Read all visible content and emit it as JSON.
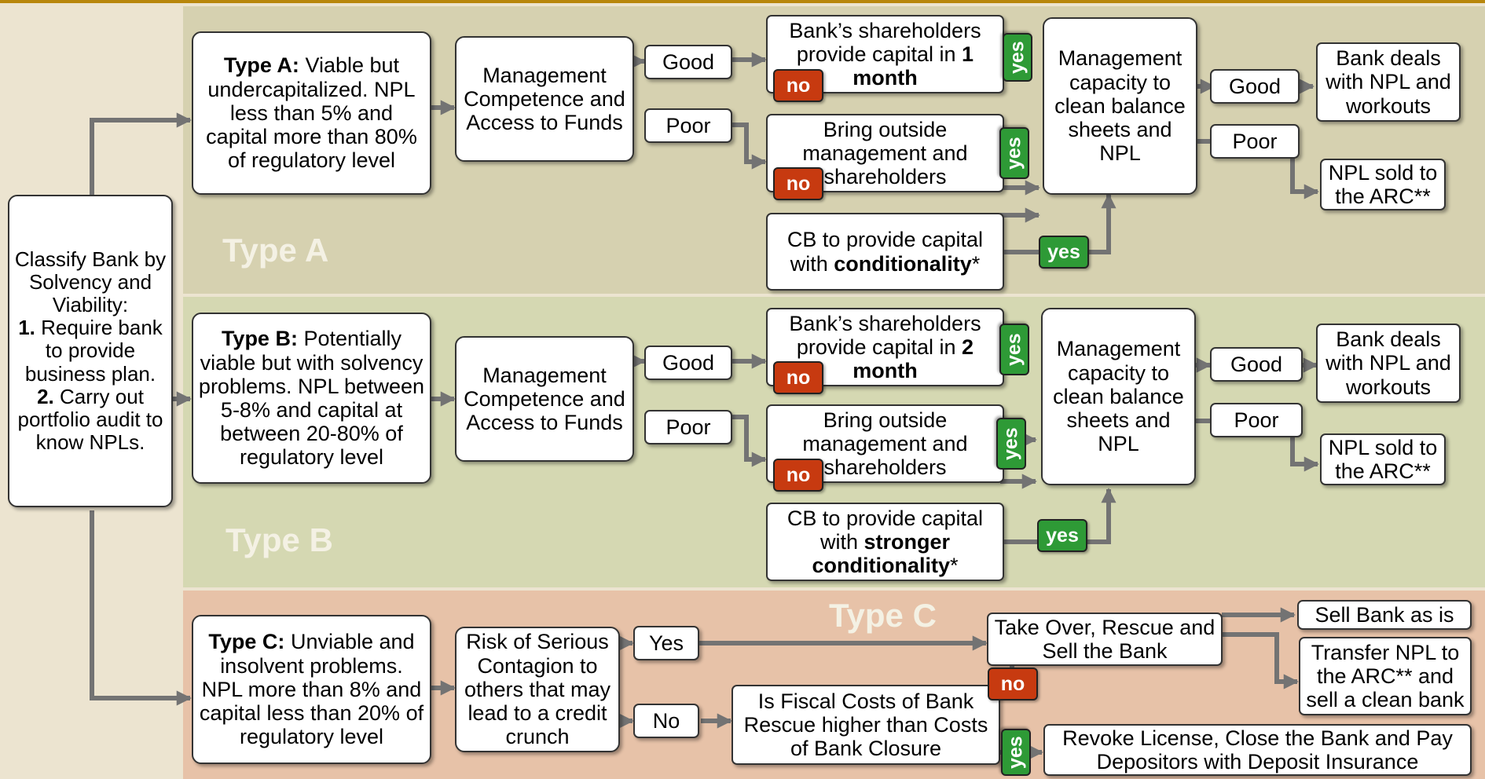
{
  "classify": {
    "line1": "Classify Bank by Solvency and Viability:",
    "item1_num": "1.",
    "item1_text": "Require bank to provide business plan.",
    "item2_num": "2.",
    "item2_text": "Carry out portfolio audit to know NPLs."
  },
  "type_a": {
    "band_title": "Type A",
    "def_bold": "Type A:",
    "def_text": "Viable but undercapitalized. NPL less than 5% and capital more than 80% of regulatory level",
    "mgmt": "Management Competence and Access to Funds",
    "good": "Good",
    "poor": "Poor",
    "shareholders_text": "Bank’s shareholders provide capital in",
    "shareholders_bold": "1 month",
    "outside": "Bring outside management and shareholders",
    "cb_text": "CB to provide capital with",
    "cb_bold": "conditionality",
    "cb_star": "*",
    "capacity": "Management capacity to clean balance sheets and NPL",
    "good2": "Good",
    "poor2": "Poor",
    "deals": "Bank deals with NPL and workouts",
    "sold": "NPL sold to the ARC**",
    "yes": "yes",
    "no": "no"
  },
  "type_b": {
    "band_title": "Type B",
    "def_bold": "Type B:",
    "def_text": "Potentially viable but with solvency problems. NPL between 5-8% and capital at between 20-80% of regulatory level",
    "mgmt": "Management Competence and Access to Funds",
    "good": "Good",
    "poor": "Poor",
    "shareholders_text": "Bank’s shareholders provide capital in",
    "shareholders_bold": "2 month",
    "outside": "Bring outside management and shareholders",
    "cb_text": "CB to provide capital with",
    "cb_bold": "stronger conditionality",
    "cb_star": "*",
    "capacity": "Management capacity to clean balance sheets and NPL",
    "good2": "Good",
    "poor2": "Poor",
    "deals": "Bank deals with NPL and workouts",
    "sold": "NPL sold to the ARC**",
    "yes": "yes",
    "no": "no"
  },
  "type_c": {
    "band_title": "Type C",
    "def_bold": "Type C:",
    "def_text": "Unviable and insolvent problems. NPL more than 8% and capital less than 20% of regulatory level",
    "risk": "Risk of Serious Contagion to others that may lead to a credit crunch",
    "yes_label": "Yes",
    "no_label": "No",
    "fiscal": "Is Fiscal Costs of Bank Rescue higher than Costs of Bank Closure",
    "takeover": "Take Over, Rescue and Sell the Bank",
    "sell": "Sell Bank as is",
    "transfer": "Transfer NPL to the ARC** and sell a clean bank",
    "revoke": "Revoke License, Close the Bank and Pay Depositors with Deposit Insurance",
    "yes": "yes",
    "no": "no"
  },
  "colors": {
    "yes": "#2e9a36",
    "no": "#c73a10",
    "arrow": "#737373"
  }
}
